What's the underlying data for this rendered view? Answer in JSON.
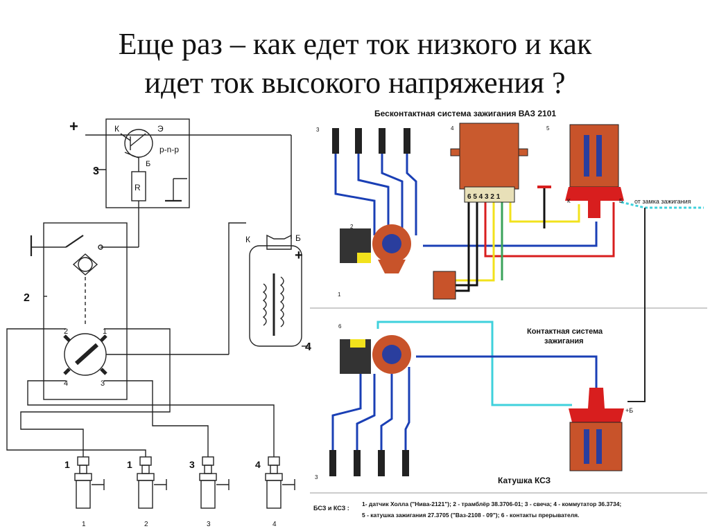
{
  "title": {
    "line1": "Еще раз – как едет ток низкого и как",
    "line2": "идет ток высокого напряжения ?"
  },
  "left_diagram": {
    "plus": "+",
    "transistor_k": "К",
    "transistor_e": "Э",
    "transistor_type": "p-n-p",
    "transistor_b": "Б",
    "resistor": "R",
    "num_3": "3",
    "num_2": "2",
    "num_4": "4",
    "coil_k": "К",
    "coil_b": "Б",
    "coil_plus": "+",
    "contact_1": "1",
    "contact_2": "2",
    "contact_3": "3",
    "contact_4": "4",
    "plug_top_labels": [
      "1",
      "1",
      "3",
      "4"
    ],
    "plug_bottom_labels": [
      "1",
      "2",
      "3",
      "4"
    ]
  },
  "right_diagram": {
    "top_title": "Бесконтактная система зажигания ВАЗ 2101",
    "n3": "3",
    "n4": "4",
    "n5": "5",
    "n2": "2",
    "n1": "1",
    "n6": "6",
    "n3b": "3",
    "switch_pins": "6 5 4 3 2 1",
    "coil_k": "К",
    "coil_b": "Б",
    "from_lock": "от замка зажигания",
    "contact_title_1": "Контактная система",
    "contact_title_2": "зажигания",
    "plus_b": "+Б",
    "coil_label": "Катушка КСЗ",
    "legend_key": "БСЗ и КСЗ :",
    "legend_line1": "1- датчик Холла (\"Нива-2121\"); 2 - трамблёр 38.3706-01; 3 - свеча; 4 - коммутатор 36.3734;",
    "legend_line2": "5 - катушка зажигания 27.3705 (\"Ваз-2108 - 09\"); 6 - контакты прерывателя."
  },
  "colors": {
    "blue_wire": "#1a3fb5",
    "red_wire": "#d81e1e",
    "yellow_wire": "#f2e21c",
    "cyan_wire": "#3fd1dc",
    "black_wire": "#111111",
    "coil_body": "#c8532a",
    "switch_body": "#c95a2e"
  }
}
